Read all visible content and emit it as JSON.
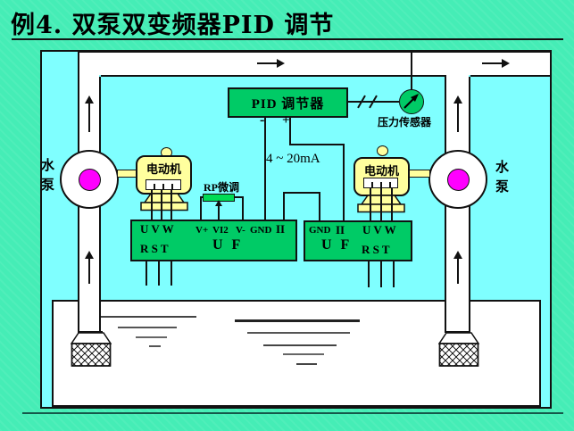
{
  "title": "例4. 双泵双变频器PID 调节",
  "colors": {
    "background": "#45EDB6",
    "panel_cyan": "#7FFFFF",
    "box_green": "#00CB66",
    "pot_green": "#00DC55",
    "motor_yellow": "#FFFF9E",
    "pump_dot_magenta": "#FF00FF"
  },
  "diagram": {
    "pid_box_label": "PID 调节器",
    "sensor_label": "压力传感器",
    "signal_label": "4 ~ 20mA",
    "minus_label": "-",
    "plus_label": "+",
    "rp_label": "RP微调",
    "pump_left_label": "水泵",
    "pump_right_label": "水泵",
    "motor_left_label": "电动机",
    "motor_right_label": "电动机",
    "inverter_left": {
      "top_terminals": [
        "U V W",
        "V+",
        "VI2",
        "V-",
        "GND",
        "II"
      ],
      "bottom_terminals": "R S T",
      "name": "U F"
    },
    "inverter_right": {
      "top_terminals": [
        "GND",
        "II",
        "U V W"
      ],
      "bottom_terminals": "R S T",
      "name": "U F"
    }
  }
}
